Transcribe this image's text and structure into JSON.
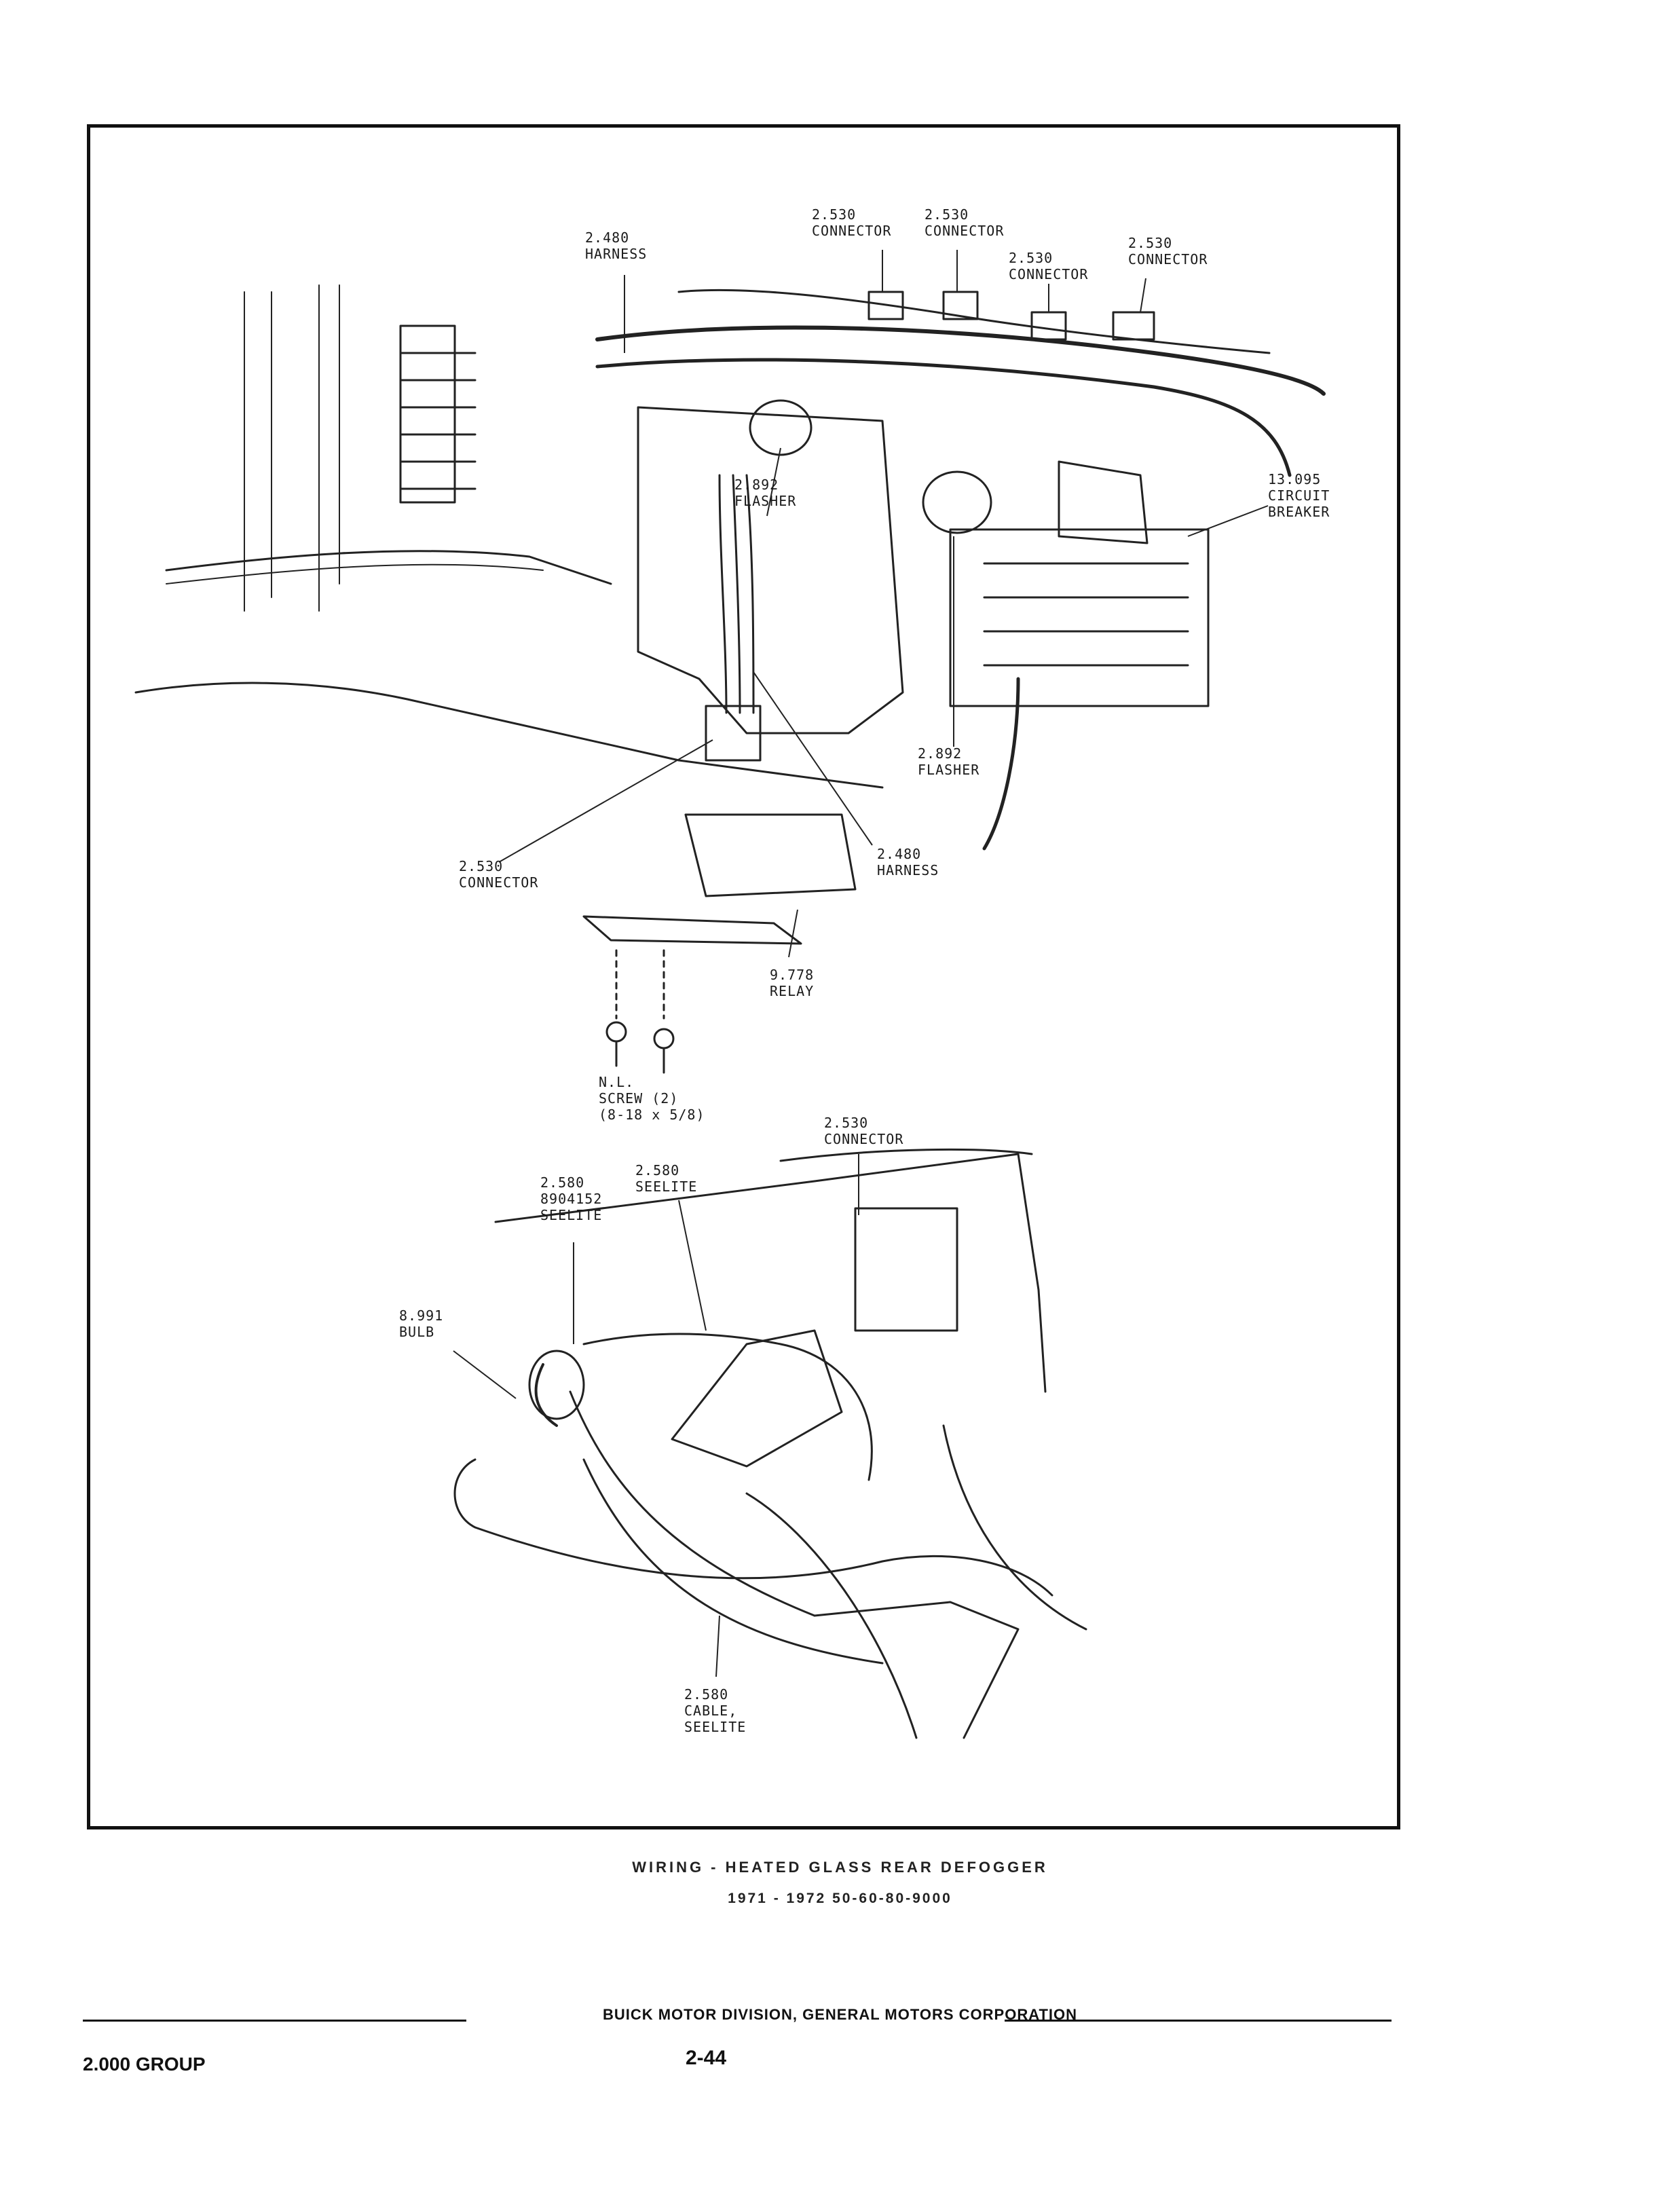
{
  "callouts": {
    "harness_top": [
      "2.480",
      "HARNESS"
    ],
    "connector_1": [
      "2.530",
      "CONNECTOR"
    ],
    "connector_2": [
      "2.530",
      "CONNECTOR"
    ],
    "connector_3": [
      "2.530",
      "CONNECTOR"
    ],
    "connector_4": [
      "2.530",
      "CONNECTOR"
    ],
    "flasher_1": [
      "2.892",
      "FLASHER"
    ],
    "circuit_breaker": [
      "13.095",
      "CIRCUIT",
      "BREAKER"
    ],
    "flasher_2": [
      "2.892",
      "FLASHER"
    ],
    "connector_left": [
      "2.530",
      "CONNECTOR"
    ],
    "harness_bottom": [
      "2.480",
      "HARNESS"
    ],
    "relay": [
      "9.778",
      "RELAY"
    ],
    "screw": [
      "N.L.",
      "SCREW (2)",
      "(8-18 x 5/8)"
    ],
    "connector_lower": [
      "2.530",
      "CONNECTOR"
    ],
    "seelite_center": [
      "2.580",
      "SEELITE"
    ],
    "seelite_left": [
      "2.580",
      "8904152",
      "SEELITE"
    ],
    "bulb": [
      "8.991",
      "BULB"
    ],
    "cable_seelite": [
      "2.580",
      "CABLE,",
      "SEELITE"
    ]
  },
  "caption": {
    "title": "WIRING - HEATED GLASS REAR DEFOGGER",
    "subtitle": "1971 - 1972  50-60-80-9000"
  },
  "footer": {
    "division": "BUICK MOTOR DIVISION, GENERAL MOTORS CORPORATION",
    "group": "2.000 GROUP",
    "page": "2-44"
  }
}
